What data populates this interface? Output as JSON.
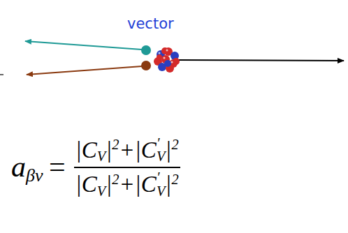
{
  "diagram": {
    "title": "vector",
    "labels": [
      "a",
      "βν",
      "=",
      "|C",
      "V",
      "|",
      "2",
      "+|C",
      "′",
      "V",
      "|",
      "2",
      "|C",
      "V",
      "|",
      "2",
      "+|C",
      "′",
      "V",
      "|",
      "2"
    ]
  }
}
